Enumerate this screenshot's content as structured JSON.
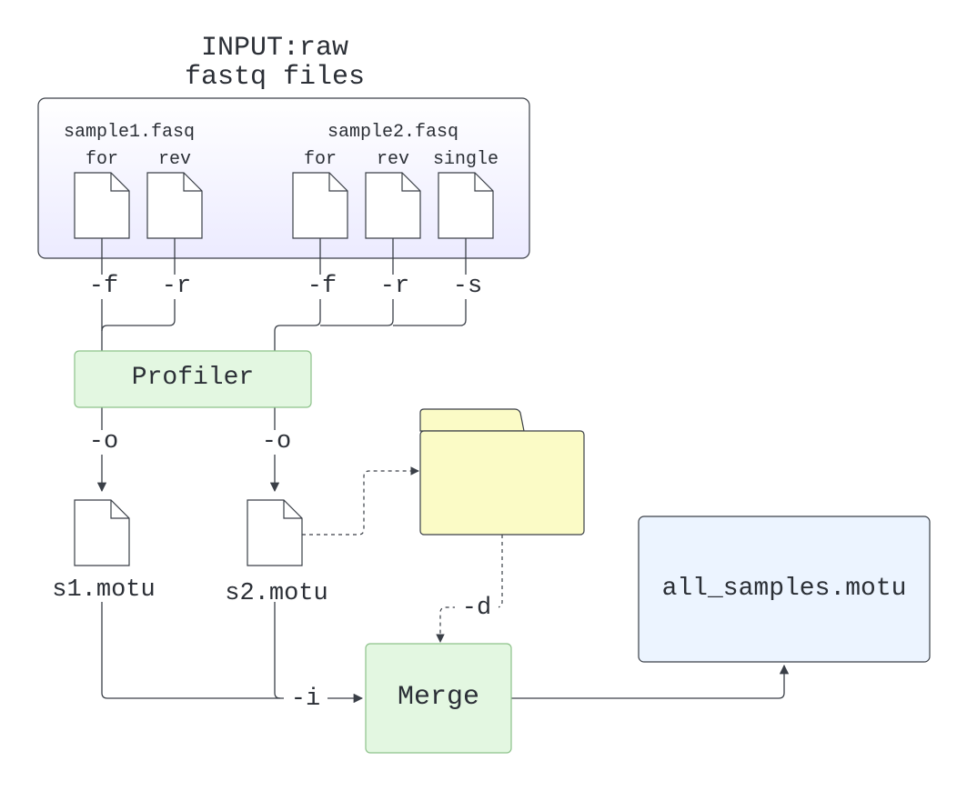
{
  "title": {
    "line1": "INPUT:raw",
    "line2": "fastq files"
  },
  "input_group": {
    "sample1": {
      "name": "sample1.fasq",
      "files": [
        "for",
        "rev"
      ]
    },
    "sample2": {
      "name": "sample2.fasq",
      "files": [
        "for",
        "rev",
        "single"
      ]
    }
  },
  "flags": {
    "s1_for": "-f",
    "s1_rev": "-r",
    "s2_for": "-f",
    "s2_rev": "-r",
    "s2_single": "-s",
    "s1_out": "-o",
    "s2_out": "-o",
    "db": "-d",
    "input": "-i"
  },
  "nodes": {
    "profiler": "Profiler",
    "merge": "Merge",
    "output": "all_samples.motu"
  },
  "outputs": [
    "s1.motu",
    "s2.motu"
  ],
  "colors": {
    "stroke": "#3a3f47",
    "input_fill_top": "#ffffff",
    "input_fill_bottom": "#ecebff",
    "process_fill": "#e3f7e1",
    "process_stroke": "#8dc28a",
    "folder_fill": "#fbfbc6",
    "output_fill": "#ecf4ff"
  },
  "icons": [
    "file-icon",
    "folder-icon",
    "arrow-icon"
  ]
}
